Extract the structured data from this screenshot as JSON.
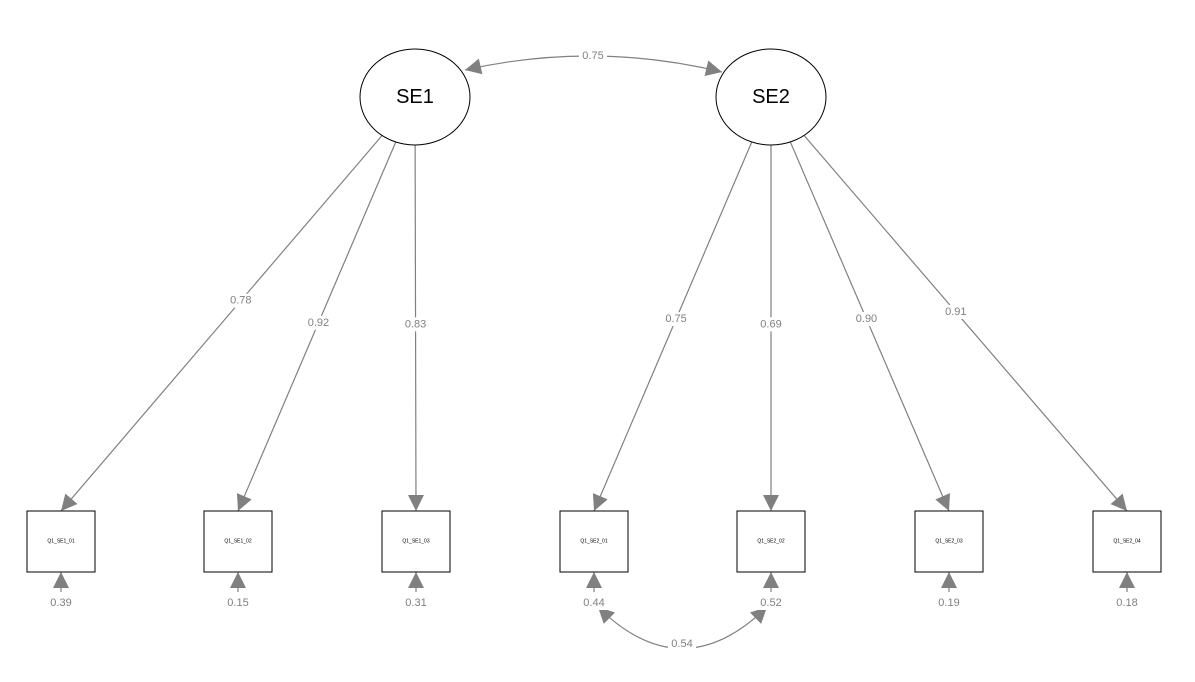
{
  "latents": [
    {
      "id": "SE1",
      "label": "SE1"
    },
    {
      "id": "SE2",
      "label": "SE2"
    }
  ],
  "observed": [
    {
      "id": "Q1_SE1_01",
      "label": "Q1_SE1_01",
      "factor": "SE1",
      "loading": "0.78",
      "residual": "0.39"
    },
    {
      "id": "Q1_SE1_02",
      "label": "Q1_SE1_02",
      "factor": "SE1",
      "loading": "0.92",
      "residual": "0.15"
    },
    {
      "id": "Q1_SE1_03",
      "label": "Q1_SE1_03",
      "factor": "SE1",
      "loading": "0.83",
      "residual": "0.31"
    },
    {
      "id": "Q1_SE2_01",
      "label": "Q1_SE2_01",
      "factor": "SE2",
      "loading": "0.75",
      "residual": "0.44"
    },
    {
      "id": "Q1_SE2_02",
      "label": "Q1_SE2_02",
      "factor": "SE2",
      "loading": "0.69",
      "residual": "0.52"
    },
    {
      "id": "Q1_SE2_03",
      "label": "Q1_SE2_03",
      "factor": "SE2",
      "loading": "0.90",
      "residual": "0.19"
    },
    {
      "id": "Q1_SE2_04",
      "label": "Q1_SE2_04",
      "factor": "SE2",
      "loading": "0.91",
      "residual": "0.18"
    }
  ],
  "covariances": [
    {
      "from": "SE1",
      "to": "SE2",
      "value": "0.75"
    },
    {
      "from": "Q1_SE2_01",
      "to": "Q1_SE2_02",
      "value": "0.54"
    }
  ],
  "colors": {
    "edge": "#808080",
    "node_border": "#000000",
    "background": "#ffffff"
  }
}
